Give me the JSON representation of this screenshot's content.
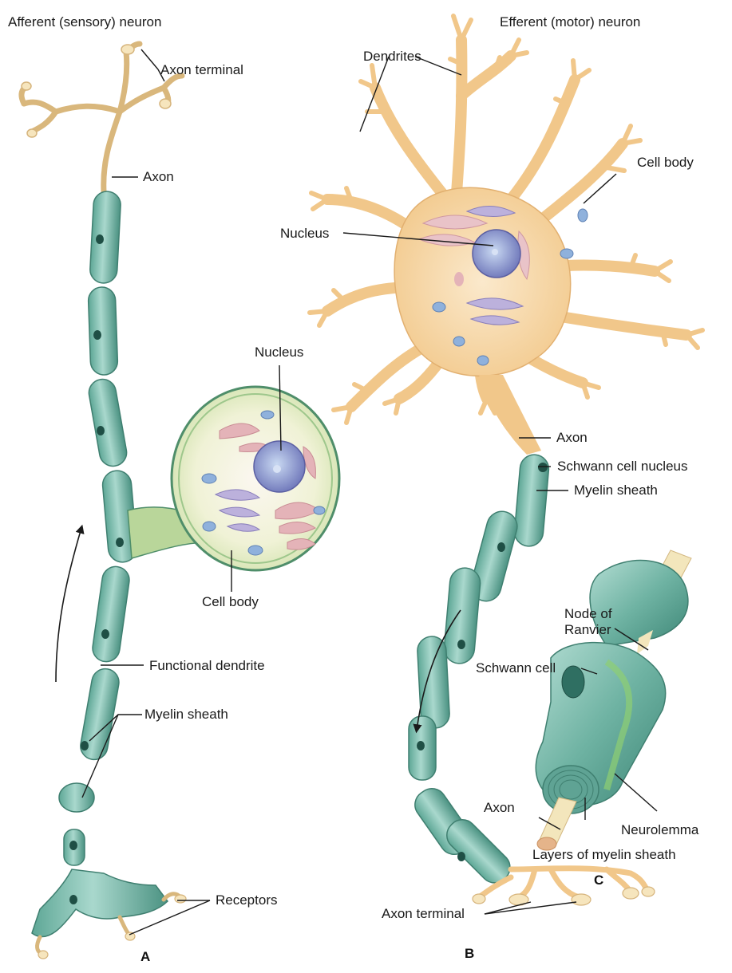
{
  "titles": {
    "afferent": "Afferent (sensory) neuron",
    "efferent": "Efferent (motor) neuron"
  },
  "panels": {
    "a": "A",
    "b": "B",
    "c": "C"
  },
  "labels_a": {
    "axon_terminal": "Axon terminal",
    "axon": "Axon",
    "nucleus": "Nucleus",
    "cell_body": "Cell body",
    "functional_dendrite": "Functional dendrite",
    "myelin_sheath": "Myelin sheath",
    "receptors": "Receptors"
  },
  "labels_b": {
    "dendrites": "Dendrites",
    "cell_body": "Cell body",
    "nucleus": "Nucleus",
    "axon": "Axon",
    "schwann_cell_nucleus": "Schwann cell nucleus",
    "myelin_sheath": "Myelin sheath",
    "axon_terminal": "Axon terminal"
  },
  "labels_c": {
    "node_of_ranvier_1": "Node of",
    "node_of_ranvier_2": "Ranvier",
    "schwann_cell": "Schwann cell",
    "axon": "Axon",
    "neurolemma": "Neurolemma",
    "layers_of_myelin_sheath": "Layers of myelin sheath"
  },
  "colors": {
    "myelin": "#8fc7bc",
    "myelin_dark": "#4f9686",
    "cytoplasm": "#f5d5a2",
    "cytoplasm_edge": "#d8a868",
    "cell_body_a": "#e3edc4",
    "organelle_pink": "#e4b3b8",
    "organelle_purple": "#bcb1dc",
    "nucleus": "#8d8fc8",
    "mito_blue": "#8fb1dc",
    "axon_core": "#f3e6bc",
    "line": "#1a1a1a"
  }
}
